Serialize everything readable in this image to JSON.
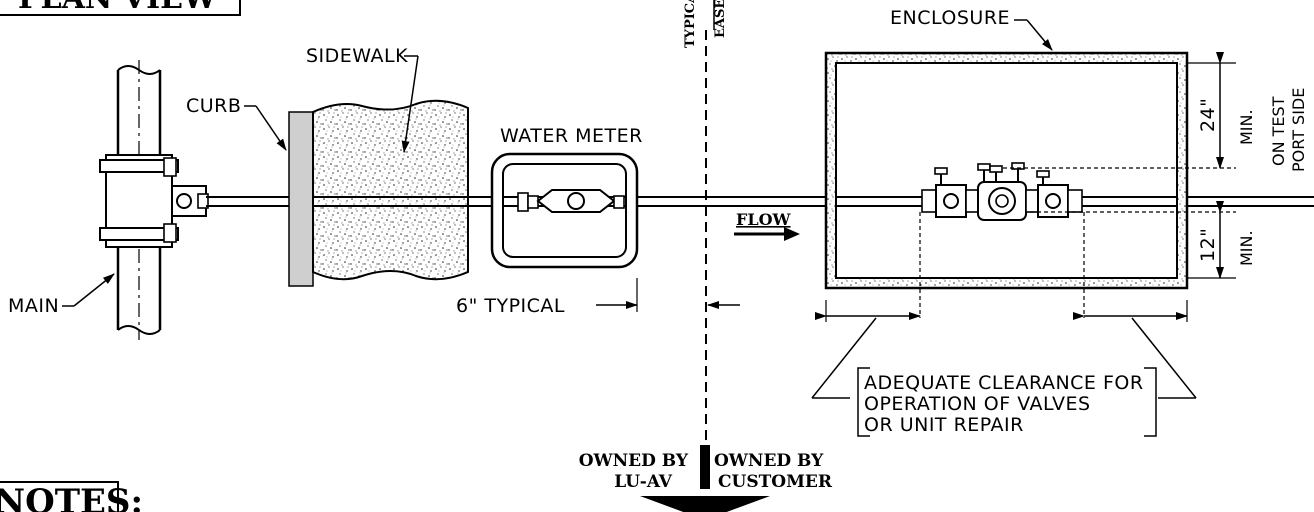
{
  "title_box": {
    "text": "PLAN VIEW"
  },
  "notes_box": {
    "text": "NOTES:"
  },
  "labels": {
    "enclosure": "ENCLOSURE",
    "sidewalk": "SIDEWALK",
    "curb": "CURB",
    "water_meter": "WATER METER",
    "main": "MAIN",
    "typical_6": "6\"  TYPICAL",
    "flow": "FLOW",
    "easement_1": "TYPICAL",
    "easement_2": "EASEMENT",
    "dim_24": "24\"",
    "dim_24_min": "MIN.",
    "dim_24_note1": "ON TEST",
    "dim_24_note2": "PORT SIDE",
    "dim_12": "12\"",
    "dim_12_min": "MIN.",
    "clearance_1": "ADEQUATE  CLEARANCE  FOR",
    "clearance_2": "OPERATION  OF  VALVES",
    "clearance_3": "OR  UNIT  REPAIR",
    "owned_lu_1": "OWNED BY",
    "owned_lu_2": "LU-AV",
    "owned_cust_1": "OWNED BY",
    "owned_cust_2": "CUSTOMER"
  }
}
